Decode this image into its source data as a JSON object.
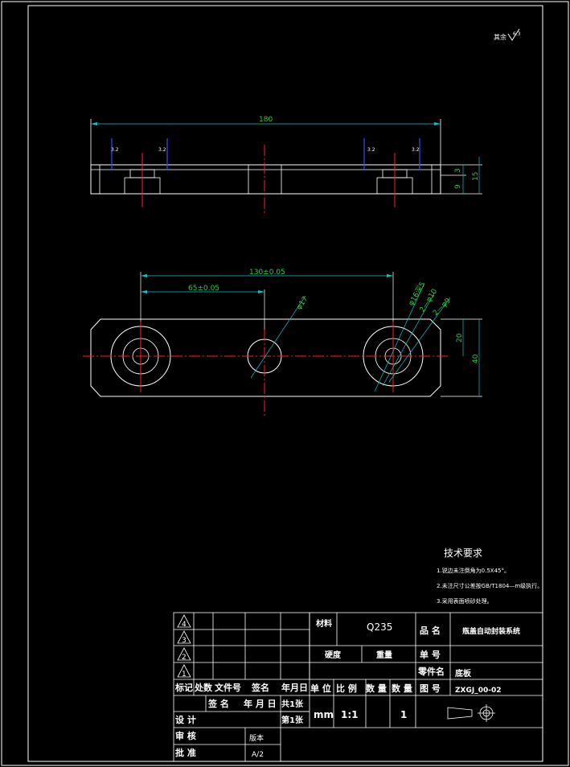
{
  "roughness_note": "其余",
  "dims": {
    "overall_length": "180",
    "center_distance": "130±0.05",
    "half_distance": "65±0.05",
    "center_hole": "φ17",
    "counterbore_1": "φ16深5",
    "counterbore_2": "2—φ10",
    "through_holes": "2—φ9",
    "height_total": "15",
    "height_a": "3",
    "height_b": "9",
    "width_half": "20",
    "width_total": "40"
  },
  "tech": {
    "title": "技术要求",
    "items": [
      "1.锐边未注倒角为0.5X45°。",
      "2.未注尺寸公差按GB/T1804—m级执行。",
      "3.采用表面喷砂处理。"
    ]
  },
  "title_block": {
    "revision_marks": [
      "4",
      "3",
      "2",
      "1"
    ],
    "material_label": "材料",
    "material": "Q235",
    "product_name_label": "品 名",
    "product_name": "瓶盖自动封装系统",
    "hardness_label": "硬度",
    "weight_label": "重量",
    "unit_no_label": "单 号",
    "part_name_label": "零件名",
    "part_name": "底板",
    "drawing_no_label": "图 号",
    "drawing_no": "ZXGJ_00-02",
    "headers": [
      "标记",
      "处数",
      "文件号",
      "签名",
      "年月日"
    ],
    "units_label": "单 位",
    "scale_label": "比 例",
    "qty_label": "数 量",
    "qty_label2": "数 量",
    "sign_label": "签 名",
    "date_label": "年 月 日",
    "sheets_total": "共1张",
    "sheet_no": "第1张",
    "units": "mm",
    "scale": "1:1",
    "quantity": "1",
    "design_label": "设 计",
    "review_label": "审 核",
    "approve_label": "批 准",
    "version_label": "版本",
    "version": "A/2"
  }
}
